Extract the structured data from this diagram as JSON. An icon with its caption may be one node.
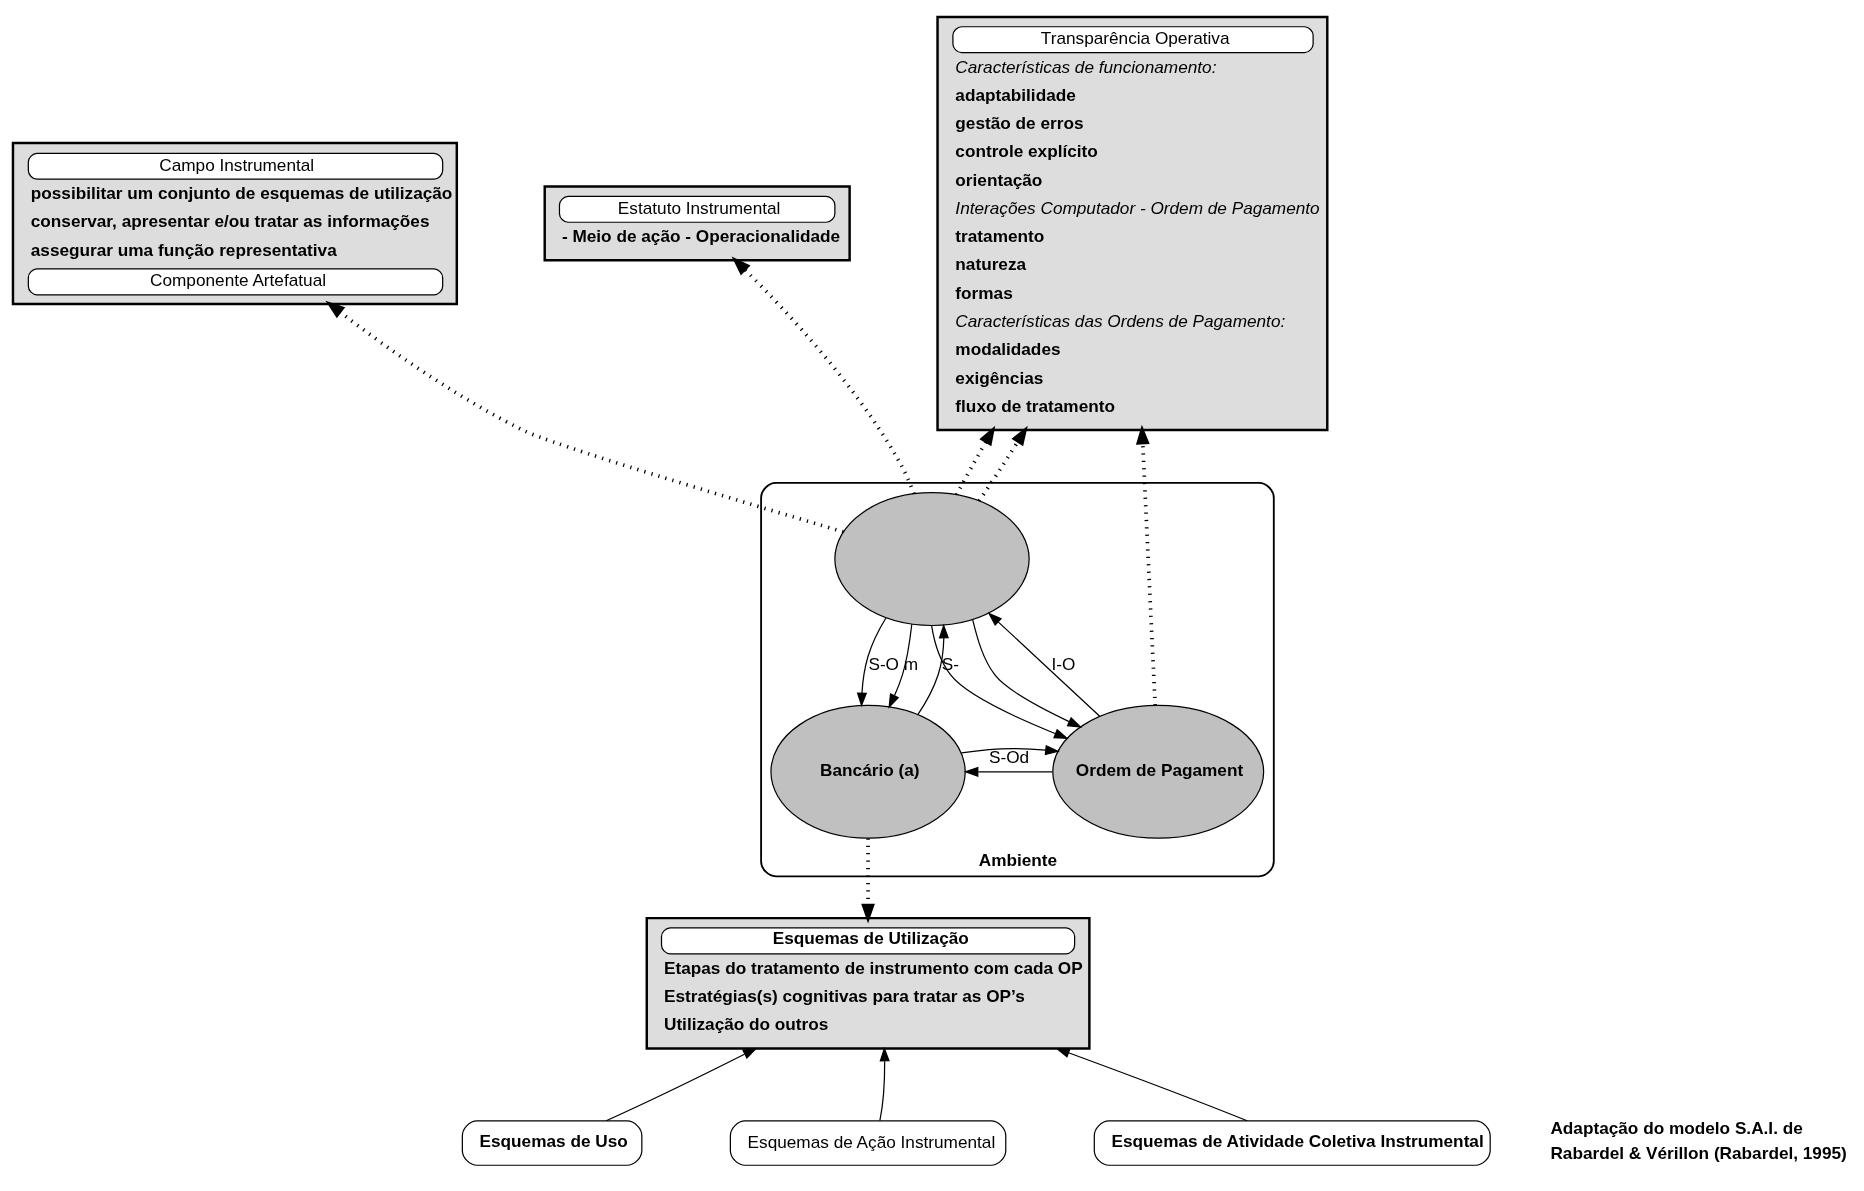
{
  "diagram": {
    "nodes": [
      {
        "text": [
          "Campo Instrumental",
          "possibilitar um conjunto de esquemas de utilização",
          "conservar, apresentar e/ou tratar as informações",
          "assegurar uma função representativa",
          "Componente Artefatual"
        ]
      },
      {
        "text": [
          "Estatuto Instrumental",
          "- Meio de ação - Operacionalidade"
        ]
      },
      {
        "text": [
          "Transparência Operativa",
          "Características de funcionamento:",
          "adaptabilidade",
          "gestão de erros",
          "controle explícito",
          "orientação",
          "Interações Computador - Ordem de Pagamento",
          "tratamento",
          "natureza",
          "formas",
          "Características das Ordens de Pagamento:",
          "modalidades",
          "exigências",
          "fluxo de tratamento"
        ]
      },
      {
        "text": [
          "Ambiente"
        ]
      },
      {
        "text": [],
        "shape": "circle",
        "in": 3
      },
      {
        "text": [
          "Bancário (a)"
        ],
        "in": 3
      },
      {
        "text": [
          "Ordem de Pagament"
        ],
        "in": 3
      },
      {
        "text": [
          "Esquemas de Utilização",
          "Etapas do tratamento de instrumento com cada OP",
          "Estratégias(s) cognitivas para tratar as OP’s",
          "Utilização do outros"
        ]
      },
      {
        "text": [
          "Esquemas de Uso"
        ]
      },
      {
        "text": [
          "Esquemas de Ação Instrumental"
        ]
      },
      {
        "text": [
          "Esquemas de Atividade Coletiva Instrumental"
        ]
      }
    ],
    "edges": [
      {
        "from": 4,
        "to": 0,
        "arrow": "to",
        "style": "dashed"
      },
      {
        "from": 4,
        "to": 1,
        "arrow": "to",
        "style": "dashed"
      },
      {
        "from": 4,
        "to": 2,
        "arrow": "to",
        "style": "dashed"
      },
      {
        "from": 4,
        "to": 2,
        "arrow": "to",
        "style": "dashed"
      },
      {
        "from": 6,
        "to": 2,
        "arrow": "to",
        "style": "dashed"
      },
      {
        "from": 5,
        "to": 7,
        "arrow": "to",
        "style": "dashed"
      },
      {
        "from": 4,
        "to": 5,
        "arrow": "to",
        "label": "S-O m"
      },
      {
        "from": 4,
        "to": 5,
        "arrow": "to"
      },
      {
        "from": 5,
        "to": 4,
        "arrow": "to",
        "label": "S-"
      },
      {
        "from": 6,
        "to": 4,
        "arrow": "to",
        "label": "I-O"
      },
      {
        "from": 4,
        "to": 6,
        "arrow": "to"
      },
      {
        "from": 4,
        "to": 6,
        "arrow": "to"
      },
      {
        "from": 6,
        "to": 5,
        "arrow": "to",
        "label": "S-Od"
      },
      {
        "from": 5,
        "to": 6,
        "arrow": "to"
      },
      {
        "from": 8,
        "to": 7,
        "arrow": "to"
      },
      {
        "from": 9,
        "to": 7,
        "arrow": "to"
      },
      {
        "from": 10,
        "to": 7,
        "arrow": "to"
      }
    ],
    "labels": [
      "Adaptação do modelo S.A.I. de",
      "Rabardel & Vérillon (Rabardel, 1995)"
    ]
  }
}
